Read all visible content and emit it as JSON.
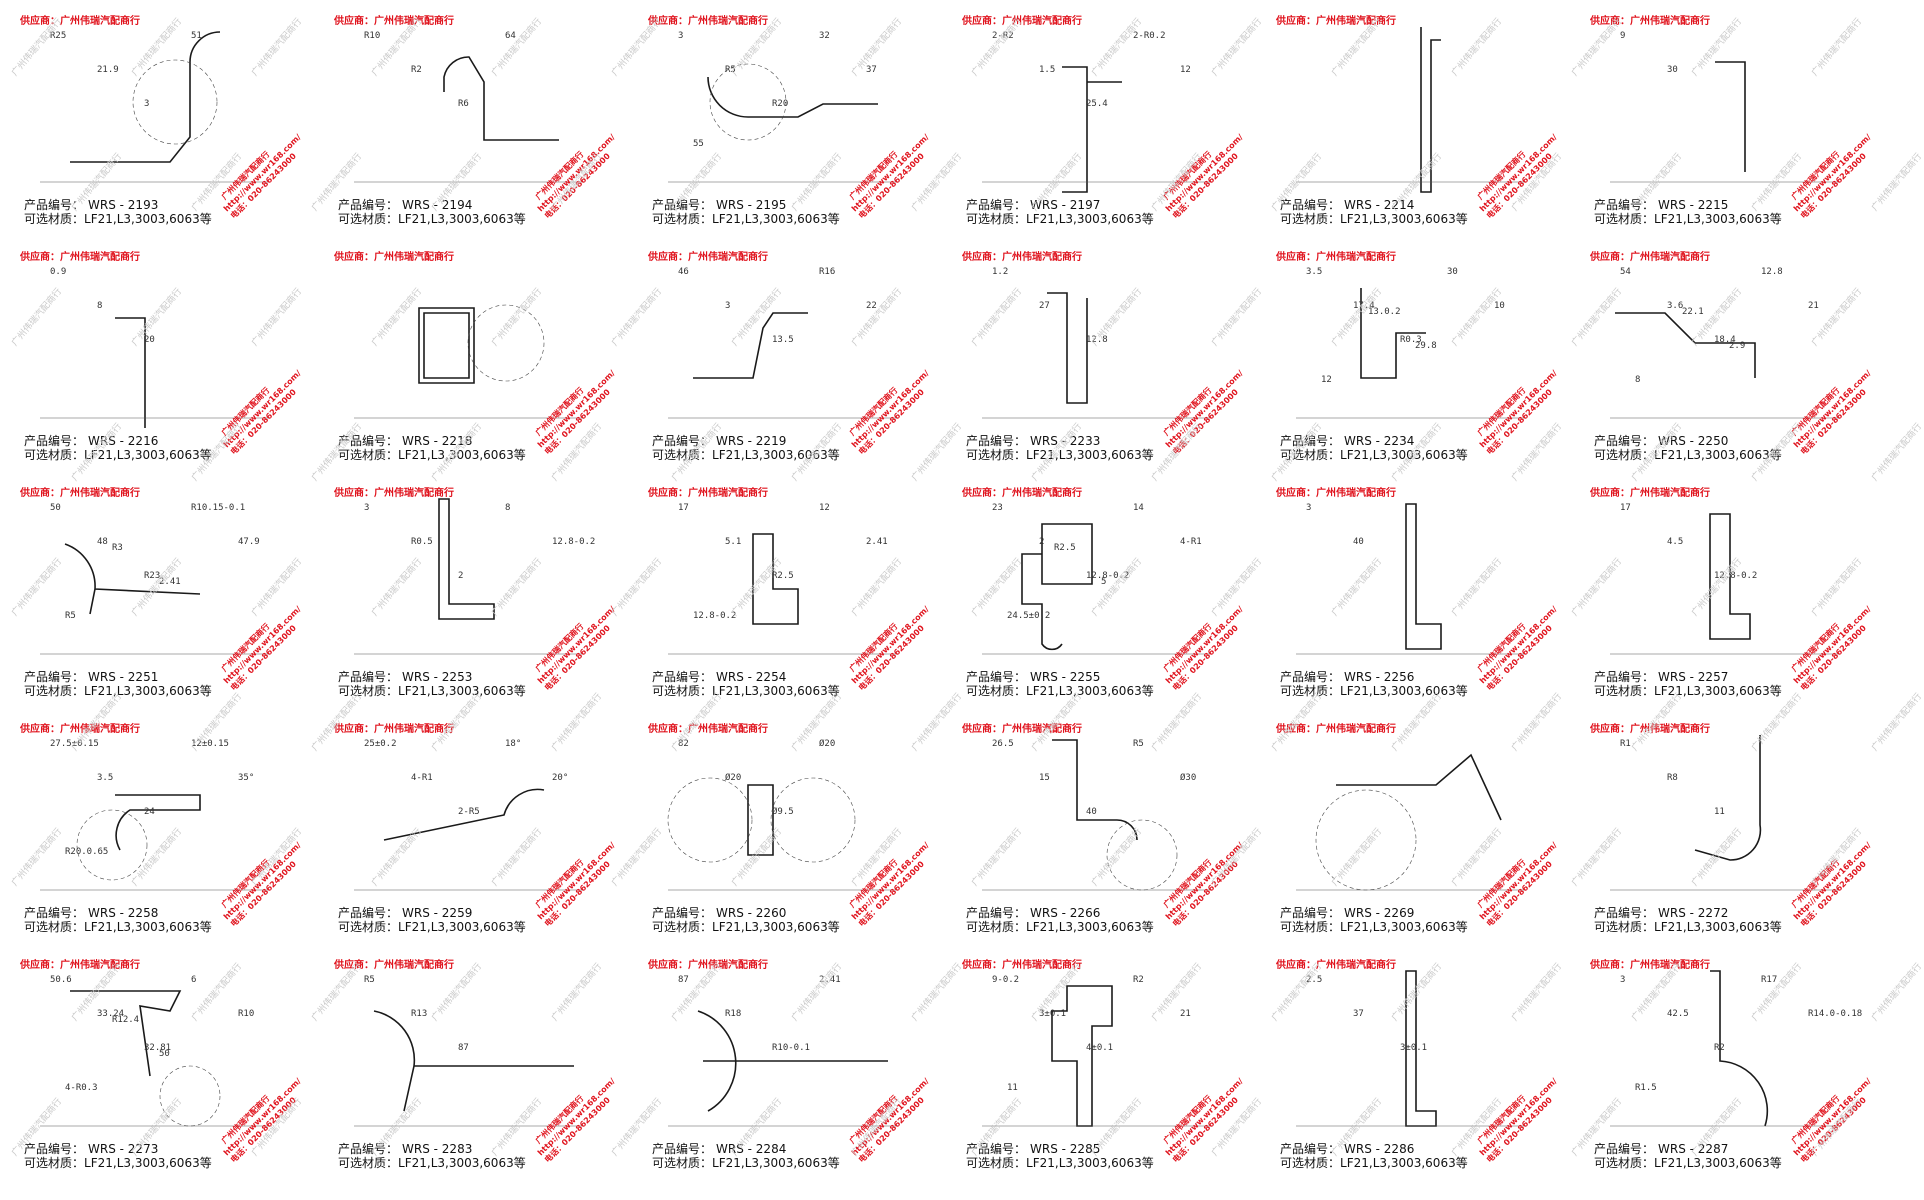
{
  "sheet": {
    "supplier_label": "供应商：广州伟瑞汽配商行",
    "code_prefix": "产品编号：",
    "material_label": "可选材质：",
    "material_text": "LF21,L3,3003,6063等",
    "stamp_lines": [
      "广州伟瑞汽配商行",
      "http://www.wr168.com/",
      "电话：020-86243000"
    ],
    "watermark_text": "广州伟瑞汽配商行"
  },
  "products": [
    {
      "code": "WRS - 2193",
      "shape": "s2193",
      "annotations": [
        "R25",
        "21.9",
        "3",
        "51"
      ]
    },
    {
      "code": "WRS - 2194",
      "shape": "s2194",
      "annotations": [
        "R10",
        "R2",
        "R6",
        "64"
      ]
    },
    {
      "code": "WRS - 2195",
      "shape": "s2195",
      "annotations": [
        "3",
        "R5",
        "R20",
        "32",
        "37",
        "55"
      ]
    },
    {
      "code": "WRS - 2197",
      "shape": "s2197",
      "annotations": [
        "2-R2",
        "1.5",
        "25.4",
        "2-R0.2",
        "12"
      ]
    },
    {
      "code": "WRS - 2214",
      "shape": "s2214",
      "annotations": []
    },
    {
      "code": "WRS - 2215",
      "shape": "s2215",
      "annotations": [
        "9",
        "30"
      ]
    },
    {
      "code": "WRS - 2216",
      "shape": "s2216",
      "annotations": [
        "0.9",
        "8",
        "20"
      ]
    },
    {
      "code": "WRS - 2218",
      "shape": "s2218",
      "annotations": []
    },
    {
      "code": "WRS - 2219",
      "shape": "s2219",
      "annotations": [
        "46",
        "3",
        "13.5",
        "R16",
        "22"
      ]
    },
    {
      "code": "WRS - 2233",
      "shape": "s2233",
      "annotations": [
        "1.2",
        "27",
        "12.8"
      ]
    },
    {
      "code": "WRS - 2234",
      "shape": "s2234",
      "annotations": [
        "3.5",
        "17.4",
        "R0.3",
        "30",
        "10",
        "12",
        "13.0.2",
        "29.8"
      ]
    },
    {
      "code": "WRS - 2250",
      "shape": "s2250",
      "annotations": [
        "54",
        "3.6",
        "18.4",
        "12.8",
        "21",
        "8",
        "22.1",
        "2.9"
      ]
    },
    {
      "code": "WRS - 2251",
      "shape": "s2251",
      "annotations": [
        "50",
        "48",
        "R23",
        "R10.15-0.1",
        "47.9",
        "R5",
        "R3",
        "2.41"
      ]
    },
    {
      "code": "WRS - 2253",
      "shape": "s2253",
      "annotations": [
        "3",
        "R0.5",
        "2",
        "8",
        "12.8-0.2"
      ]
    },
    {
      "code": "WRS - 2254",
      "shape": "s2254",
      "annotations": [
        "17",
        "5.1",
        "R2.5",
        "12",
        "2.41",
        "12.8-0.2"
      ]
    },
    {
      "code": "WRS - 2255",
      "shape": "s2255",
      "annotations": [
        "23",
        "2",
        "12.8-0.2",
        "14",
        "4-R1",
        "24.5±0.2",
        "R2.5",
        "5"
      ]
    },
    {
      "code": "WRS - 2256",
      "shape": "s2256",
      "annotations": [
        "3",
        "40"
      ]
    },
    {
      "code": "WRS - 2257",
      "shape": "s2257",
      "annotations": [
        "17",
        "4.5",
        "12.8-0.2"
      ]
    },
    {
      "code": "WRS - 2258",
      "shape": "s2258",
      "annotations": [
        "27.5±0.15",
        "3.5",
        "24",
        "12±0.15",
        "35°",
        "R20.0.65"
      ]
    },
    {
      "code": "WRS - 2259",
      "shape": "s2259",
      "annotations": [
        "25±0.2",
        "4-R1",
        "2-R5",
        "18°",
        "20°"
      ]
    },
    {
      "code": "WRS - 2260",
      "shape": "s2260",
      "annotations": [
        "82",
        "Ø20",
        "Ø9.5",
        "Ø20"
      ]
    },
    {
      "code": "WRS - 2266",
      "shape": "s2266",
      "annotations": [
        "26.5",
        "15",
        "40",
        "R5",
        "Ø30"
      ]
    },
    {
      "code": "WRS - 2269",
      "shape": "s2269",
      "annotations": []
    },
    {
      "code": "WRS - 2272",
      "shape": "s2272",
      "annotations": [
        "R1",
        "R8",
        "11"
      ]
    },
    {
      "code": "WRS - 2273",
      "shape": "s2273",
      "annotations": [
        "50.6",
        "33.24",
        "32.81",
        "6",
        "R10",
        "4-R0.3",
        "R12.4",
        "50"
      ]
    },
    {
      "code": "WRS - 2283",
      "shape": "s2283",
      "annotations": [
        "R5",
        "R13",
        "87"
      ]
    },
    {
      "code": "WRS - 2284",
      "shape": "s2284",
      "annotations": [
        "87",
        "R18",
        "R10-0.1",
        "2.41"
      ]
    },
    {
      "code": "WRS - 2285",
      "shape": "s2285",
      "annotations": [
        "9-0.2",
        "3±0.1",
        "4±0.1",
        "R2",
        "21",
        "11"
      ]
    },
    {
      "code": "WRS - 2286",
      "shape": "s2286",
      "annotations": [
        "2.5",
        "37",
        "3±0.1"
      ]
    },
    {
      "code": "WRS - 2287",
      "shape": "s2287",
      "annotations": [
        "3",
        "42.5",
        "R2",
        "R17",
        "R14.0-0.18",
        "R1.5"
      ]
    }
  ]
}
